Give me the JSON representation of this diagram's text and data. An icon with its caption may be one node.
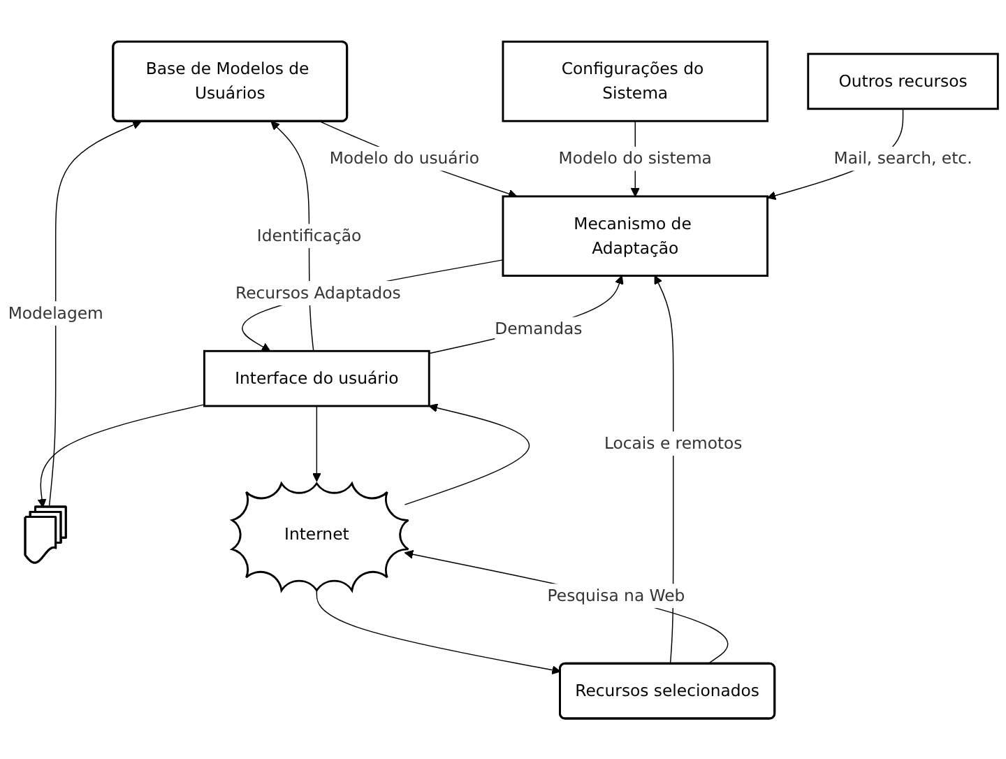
{
  "diagram": {
    "nodes": [
      {
        "text": [
          "Base de Modelos de Usuários"
        ]
      },
      {
        "text": [
          "Configurações do Sistema"
        ]
      },
      {
        "text": [],
        "shape": "box"
      },
      {
        "text": [
          "Interface do usuário"
        ]
      },
      {
        "text": [
          "Mecanismo de Adaptação"
        ]
      },
      {
        "text": [
          "Outros recursos"
        ]
      },
      {
        "text": [
          "Internet"
        ]
      },
      {
        "text": [
          "Recursos selecionados"
        ]
      }
    ],
    "edges": [
      {
        "from": 3,
        "to": 0,
        "arrow": "to",
        "label": "Identificação"
      },
      {
        "from": 3,
        "to": 2,
        "arrow": "to"
      },
      {
        "from": 2,
        "to": 0,
        "arrow": "to",
        "label": "Modelagem"
      },
      {
        "from": 0,
        "to": 4,
        "arrow": "to",
        "label": "Modelo do usuário"
      },
      {
        "from": 1,
        "to": 4,
        "arrow": "to",
        "label": "Modelo do sistema"
      },
      {
        "from": 3,
        "to": 4,
        "arrow": "to",
        "label": "Demandas"
      },
      {
        "from": 4,
        "to": 3,
        "arrow": "to",
        "label": "Recursos Adaptados"
      },
      {
        "from": 5,
        "to": 4,
        "arrow": "to",
        "label": "Mail, search, etc."
      },
      {
        "from": 7,
        "to": 4,
        "arrow": "to",
        "label": "Locais e remotos"
      },
      {
        "from": 6,
        "to": 3,
        "arrow": "to"
      },
      {
        "from": 3,
        "to": 6,
        "arrow": "to"
      },
      {
        "from": 6,
        "to": 7,
        "arrow": "to"
      },
      {
        "from": 7,
        "to": 6,
        "arrow": "to",
        "label": "Pesquisa na Web"
      }
    ]
  }
}
